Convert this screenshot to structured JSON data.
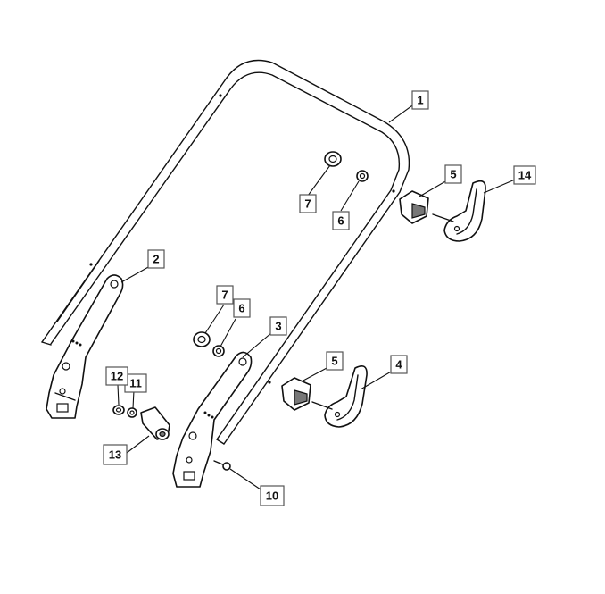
{
  "diagram": {
    "callouts": [
      {
        "id": "c1",
        "label": "1"
      },
      {
        "id": "c2",
        "label": "2"
      },
      {
        "id": "c3",
        "label": "3"
      },
      {
        "id": "c4",
        "label": "4"
      },
      {
        "id": "c5a",
        "label": "5"
      },
      {
        "id": "c5b",
        "label": "5"
      },
      {
        "id": "c6a",
        "label": "6"
      },
      {
        "id": "c6b",
        "label": "6"
      },
      {
        "id": "c7a",
        "label": "7"
      },
      {
        "id": "c7b",
        "label": "7"
      },
      {
        "id": "c10",
        "label": "10"
      },
      {
        "id": "c11",
        "label": "11"
      },
      {
        "id": "c12",
        "label": "12"
      },
      {
        "id": "c13",
        "label": "13"
      },
      {
        "id": "c14",
        "label": "14"
      }
    ]
  }
}
